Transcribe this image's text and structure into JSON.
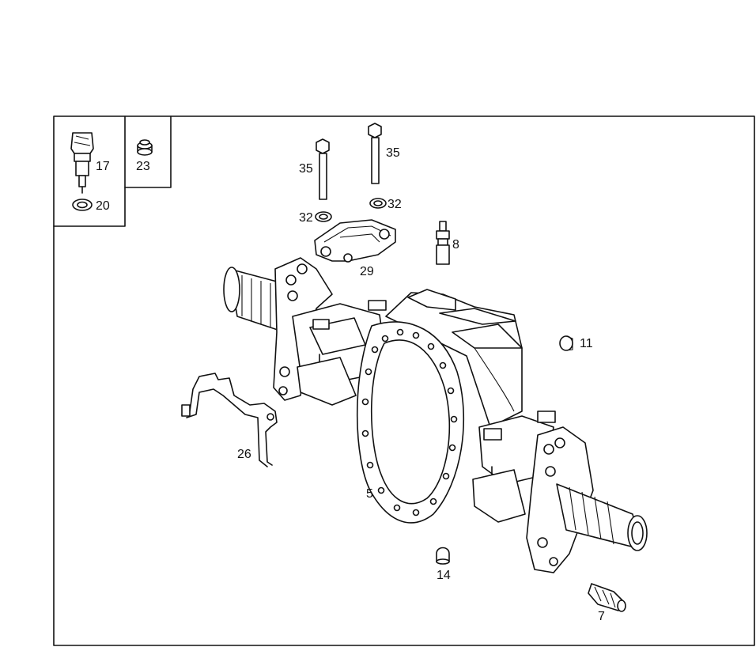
{
  "diagram": {
    "callouts": {
      "p17": "17",
      "p20": "20",
      "p23": "23",
      "p35a": "35",
      "p35b": "35",
      "p32a": "32",
      "p32b": "32",
      "p8": "8",
      "p29": "29",
      "p11": "11",
      "p26": "26",
      "p5": "5",
      "p14": "14",
      "p7": "7"
    }
  }
}
